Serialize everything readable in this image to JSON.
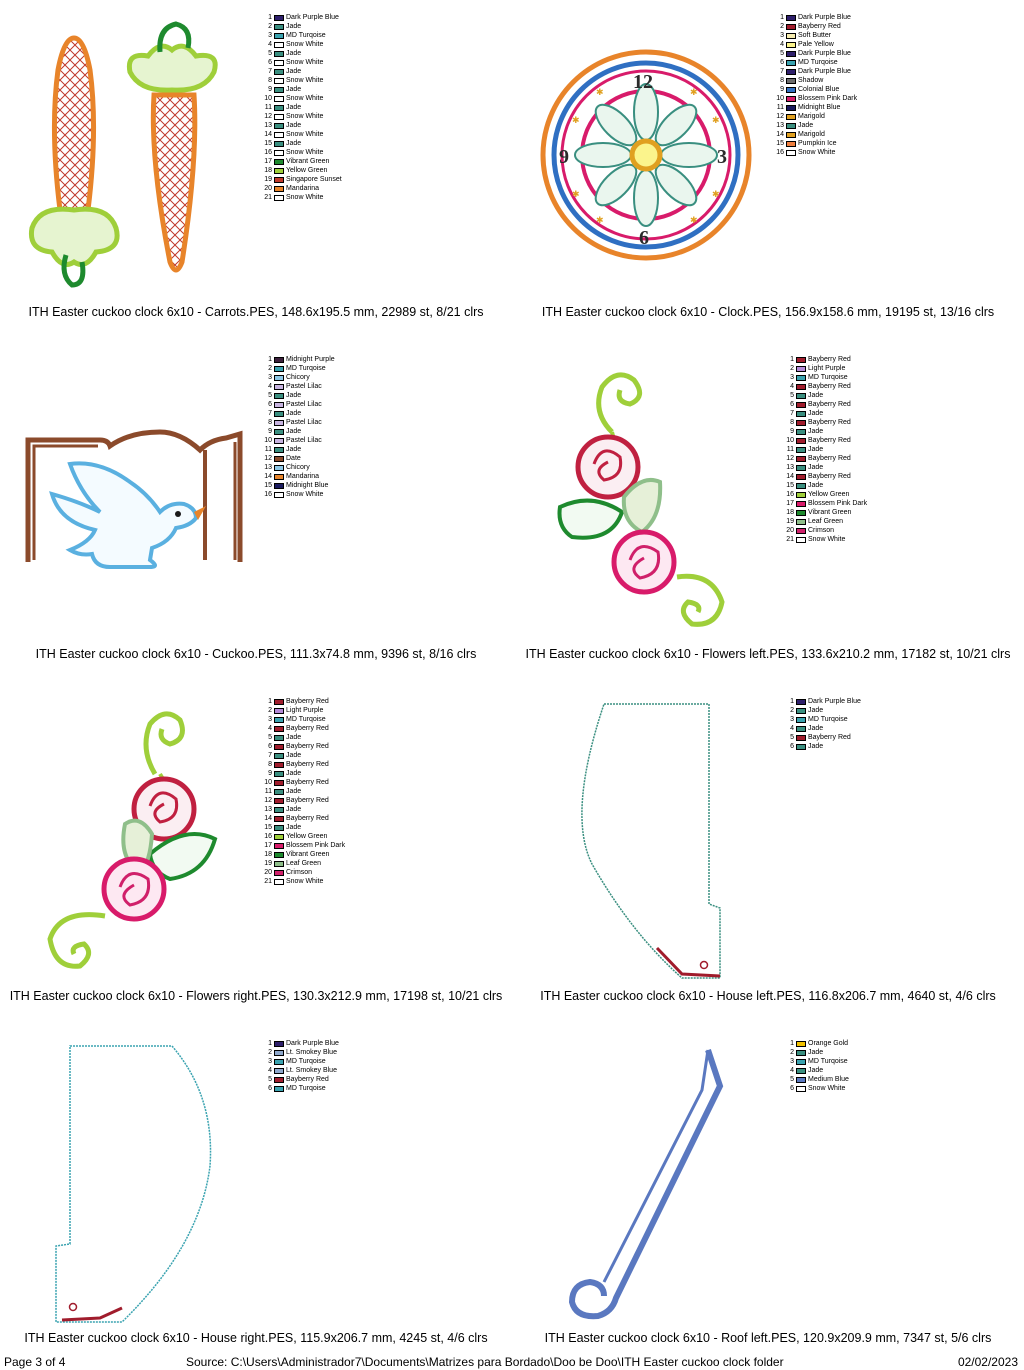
{
  "palette": {
    "Dark Purple Blue": "#2e1f6b",
    "Jade": "#3a8f80",
    "MD Turqoise": "#3aa3b0",
    "MD Turquoise": "#3aa3b0",
    "Snow White": "#ffffff",
    "Vibrant Green": "#1e8a2e",
    "Yellow Green": "#9fcf3a",
    "Singapore Sunset": "#c0392b",
    "Mandarina": "#e8842a",
    "Bayberry Red": "#a01c2c",
    "Soft Butter": "#f6ecb0",
    "Pale Yellow": "#fbf48c",
    "Shadow": "#6b6b6b",
    "Colonial Blue": "#2f6fc2",
    "Blossem Pink Dark": "#d81b6a",
    "Midnight Blue": "#1a1a5e",
    "Marigold": "#e0a020",
    "Pumpkin Ice": "#f08040",
    "Midnight Purple": "#3b1f3a",
    "Chicory": "#8fc9e8",
    "Pastel Lilac": "#c8b4e0",
    "Date": "#8b4a2b",
    "Light Purple": "#b48ad8",
    "Leaf Green": "#8fbf8a",
    "Crimson": "#d0206a",
    "Lt. Smokey Blue": "#8fa8cc",
    "Orange Gold": "#f2c200",
    "Medium Blue": "#5a78c0"
  },
  "designs": [
    {
      "caption": "ITH Easter cuckoo clock 6x10 - Carrots.PES, 148.6x195.5 mm, 22989 st, 8/21 clrs",
      "colors": [
        "Dark Purple Blue",
        "Jade",
        "MD Turqoise",
        "Snow White",
        "Jade",
        "Snow White",
        "Jade",
        "Snow White",
        "Jade",
        "Snow White",
        "Jade",
        "Snow White",
        "Jade",
        "Snow White",
        "Jade",
        "Snow White",
        "Vibrant Green",
        "Yellow Green",
        "Singapore Sunset",
        "Mandarina",
        "Snow White"
      ]
    },
    {
      "caption": "ITH Easter cuckoo clock 6x10 - Clock.PES, 156.9x158.6 mm, 19195 st, 13/16 clrs",
      "colors": [
        "Dark Purple Blue",
        "Bayberry Red",
        "Soft Butter",
        "Pale Yellow",
        "Dark Purple Blue",
        "MD Turqoise",
        "Dark Purple Blue",
        "Shadow",
        "Colonial Blue",
        "Blossem Pink Dark",
        "Midnight Blue",
        "Marigold",
        "Jade",
        "Marigold",
        "Pumpkin Ice",
        "Snow White"
      ]
    },
    {
      "caption": "ITH Easter cuckoo clock 6x10 - Cuckoo.PES, 111.3x74.8 mm, 9396 st, 8/16 clrs",
      "colors": [
        "Midnight Purple",
        "MD Turqoise",
        "Chicory",
        "Pastel Lilac",
        "Jade",
        "Pastel Lilac",
        "Jade",
        "Pastel Lilac",
        "Jade",
        "Pastel Lilac",
        "Jade",
        "Date",
        "Chicory",
        "Mandarina",
        "Midnight Blue",
        "Snow White"
      ]
    },
    {
      "caption": "ITH Easter cuckoo clock 6x10 - Flowers left.PES, 133.6x210.2 mm, 17182 st, 10/21 clrs",
      "colors": [
        "Bayberry Red",
        "Light Purple",
        "MD Turqoise",
        "Bayberry Red",
        "Jade",
        "Bayberry Red",
        "Jade",
        "Bayberry Red",
        "Jade",
        "Bayberry Red",
        "Jade",
        "Bayberry Red",
        "Jade",
        "Bayberry Red",
        "Jade",
        "Yellow Green",
        "Blossem Pink Dark",
        "Vibrant Green",
        "Leaf Green",
        "Crimson",
        "Snow White"
      ]
    },
    {
      "caption": "ITH Easter cuckoo clock 6x10 - Flowers right.PES, 130.3x212.9 mm, 17198 st, 10/21 clrs",
      "colors": [
        "Bayberry Red",
        "Light Purple",
        "MD Turqoise",
        "Bayberry Red",
        "Jade",
        "Bayberry Red",
        "Jade",
        "Bayberry Red",
        "Jade",
        "Bayberry Red",
        "Jade",
        "Bayberry Red",
        "Jade",
        "Bayberry Red",
        "Jade",
        "Yellow Green",
        "Blossem Pink Dark",
        "Vibrant Green",
        "Leaf Green",
        "Crimson",
        "Snow White"
      ]
    },
    {
      "caption": "ITH Easter cuckoo clock 6x10 - House left.PES, 116.8x206.7 mm, 4640 st, 4/6 clrs",
      "colors": [
        "Dark Purple Blue",
        "Jade",
        "MD Turqoise",
        "Jade",
        "Bayberry Red",
        "Jade"
      ]
    },
    {
      "caption": "ITH Easter cuckoo clock 6x10 - House right.PES, 115.9x206.7 mm, 4245 st, 4/6 clrs",
      "colors": [
        "Dark Purple Blue",
        "Lt. Smokey Blue",
        "MD Turqoise",
        "Lt. Smokey Blue",
        "Bayberry Red",
        "MD Turqoise"
      ]
    },
    {
      "caption": "ITH Easter cuckoo clock 6x10 - Roof left.PES, 120.9x209.9 mm, 7347 st, 5/6 clrs",
      "colors": [
        "Orange Gold",
        "Jade",
        "MD Turqoise",
        "Jade",
        "Medium Blue",
        "Snow White"
      ]
    }
  ],
  "clock_numerals": [
    "12",
    "3",
    "6",
    "9"
  ],
  "footer": {
    "page": "Page 3 of 4",
    "source": "Source: C:\\Users\\Administrador7\\Documents\\Matrizes para Bordado\\Doo be Doo\\ITH Easter cuckoo clock folder",
    "date": "02/02/2023"
  }
}
